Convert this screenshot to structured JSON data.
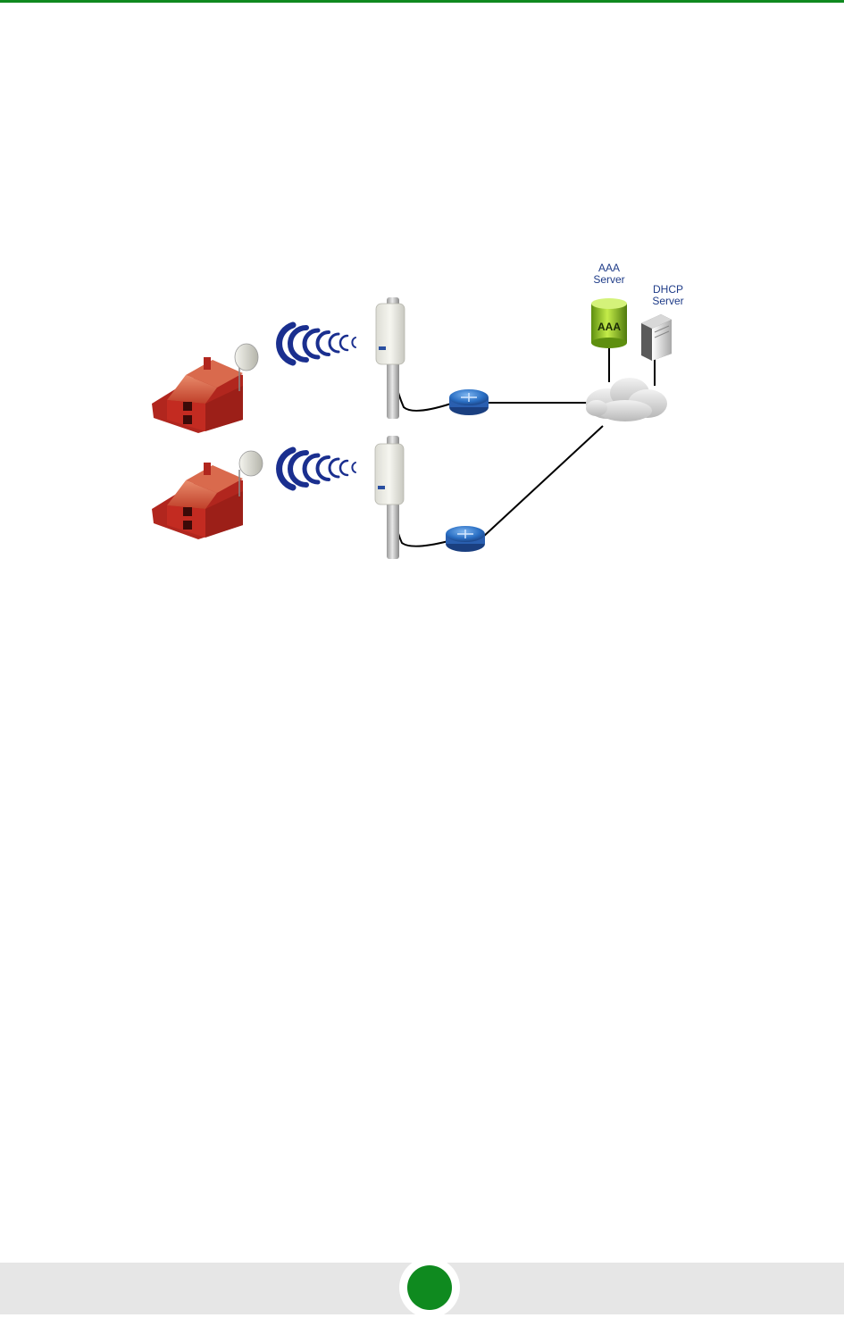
{
  "labels": {
    "aaa_server": "AAA\nServer",
    "dhcp_server": "DHCP\nServer",
    "aaa_badge": "AAA"
  },
  "colors": {
    "accent": "#0f8a1f",
    "label": "#1f3c88",
    "house": "#c0251d",
    "signal": "#1a2f8f",
    "router": "#2a6fc4",
    "aaa_cylinder": "#8cc21f"
  },
  "icons": [
    "house-icon",
    "cpe-antenna-icon",
    "signal-waves-icon",
    "base-station-icon",
    "router-icon",
    "cloud-icon",
    "aaa-server-icon",
    "dhcp-server-icon"
  ]
}
